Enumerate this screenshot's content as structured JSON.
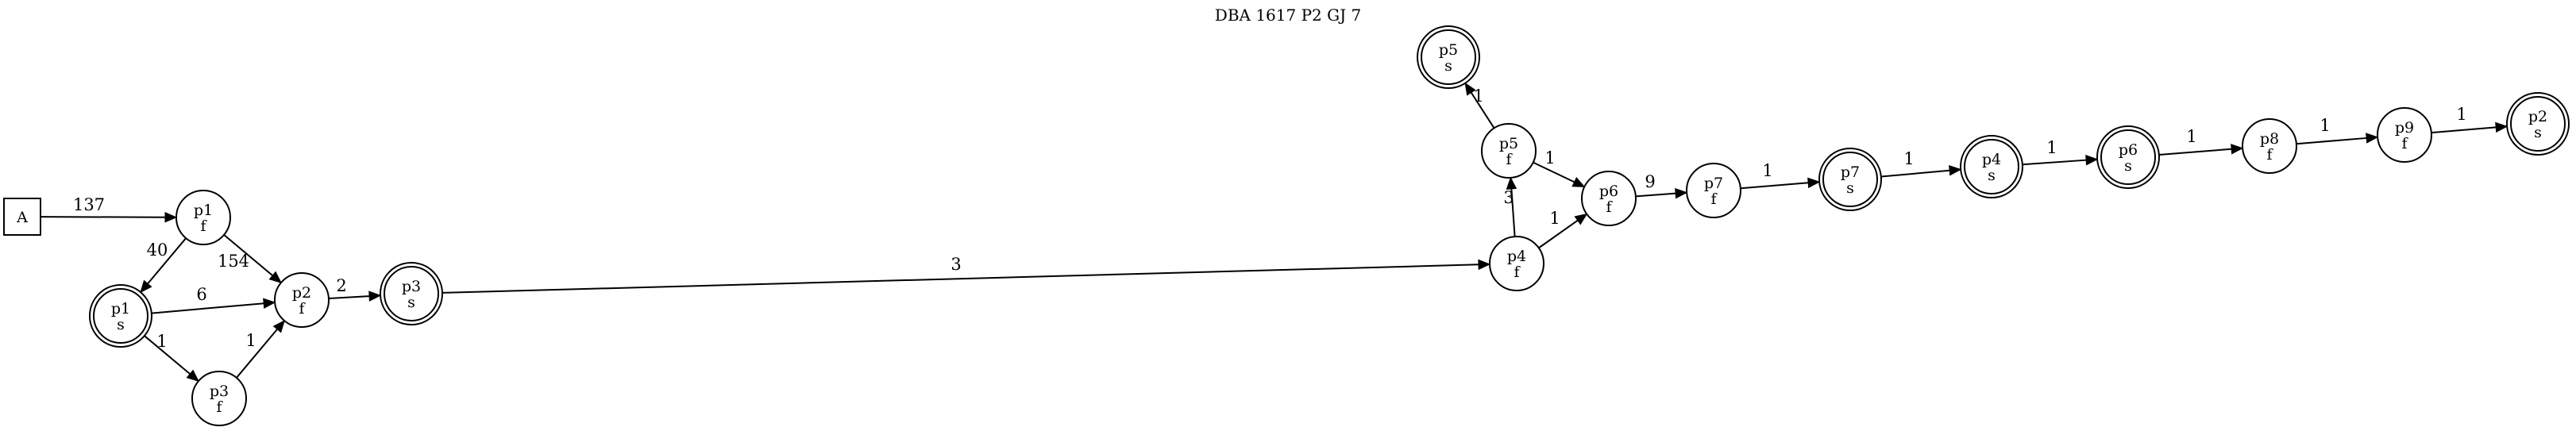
{
  "graph": {
    "title": "DBA 1617 P2 GJ 7",
    "nodes": [
      {
        "id": "A",
        "line1": "A",
        "line2": "",
        "shape": "box"
      },
      {
        "id": "p1f",
        "line1": "p1",
        "line2": "f",
        "shape": "circle"
      },
      {
        "id": "p1s",
        "line1": "p1",
        "line2": "s",
        "shape": "doublecircle"
      },
      {
        "id": "p2f",
        "line1": "p2",
        "line2": "f",
        "shape": "circle"
      },
      {
        "id": "p3f",
        "line1": "p3",
        "line2": "f",
        "shape": "circle"
      },
      {
        "id": "p3s",
        "line1": "p3",
        "line2": "s",
        "shape": "doublecircle"
      },
      {
        "id": "p4f",
        "line1": "p4",
        "line2": "f",
        "shape": "circle"
      },
      {
        "id": "p5f",
        "line1": "p5",
        "line2": "f",
        "shape": "circle"
      },
      {
        "id": "p5s",
        "line1": "p5",
        "line2": "s",
        "shape": "doublecircle"
      },
      {
        "id": "p6f",
        "line1": "p6",
        "line2": "f",
        "shape": "circle"
      },
      {
        "id": "p7f",
        "line1": "p7",
        "line2": "f",
        "shape": "circle"
      },
      {
        "id": "p7s",
        "line1": "p7",
        "line2": "s",
        "shape": "doublecircle"
      },
      {
        "id": "p4s",
        "line1": "p4",
        "line2": "s",
        "shape": "doublecircle"
      },
      {
        "id": "p6s",
        "line1": "p6",
        "line2": "s",
        "shape": "doublecircle"
      },
      {
        "id": "p8f",
        "line1": "p8",
        "line2": "f",
        "shape": "circle"
      },
      {
        "id": "p9f",
        "line1": "p9",
        "line2": "f",
        "shape": "circle"
      },
      {
        "id": "p2s",
        "line1": "p2",
        "line2": "s",
        "shape": "doublecircle"
      }
    ],
    "edges": [
      {
        "from": "A",
        "to": "p1f",
        "label": "137"
      },
      {
        "from": "p1f",
        "to": "p1s",
        "label": "40"
      },
      {
        "from": "p1f",
        "to": "p2f",
        "label": "154"
      },
      {
        "from": "p1s",
        "to": "p2f",
        "label": "6"
      },
      {
        "from": "p1s",
        "to": "p3f",
        "label": "1"
      },
      {
        "from": "p3f",
        "to": "p2f",
        "label": "1"
      },
      {
        "from": "p2f",
        "to": "p3s",
        "label": "2"
      },
      {
        "from": "p3s",
        "to": "p4f",
        "label": "3"
      },
      {
        "from": "p4f",
        "to": "p5f",
        "label": "3"
      },
      {
        "from": "p4f",
        "to": "p6f",
        "label": "1"
      },
      {
        "from": "p5f",
        "to": "p5s",
        "label": "1"
      },
      {
        "from": "p5f",
        "to": "p6f",
        "label": "1"
      },
      {
        "from": "p6f",
        "to": "p7f",
        "label": "9"
      },
      {
        "from": "p7f",
        "to": "p7s",
        "label": "1"
      },
      {
        "from": "p7s",
        "to": "p4s",
        "label": "1"
      },
      {
        "from": "p4s",
        "to": "p6s",
        "label": "1"
      },
      {
        "from": "p6s",
        "to": "p8f",
        "label": "1"
      },
      {
        "from": "p8f",
        "to": "p9f",
        "label": "1"
      },
      {
        "from": "p9f",
        "to": "p2s",
        "label": "1"
      }
    ]
  }
}
